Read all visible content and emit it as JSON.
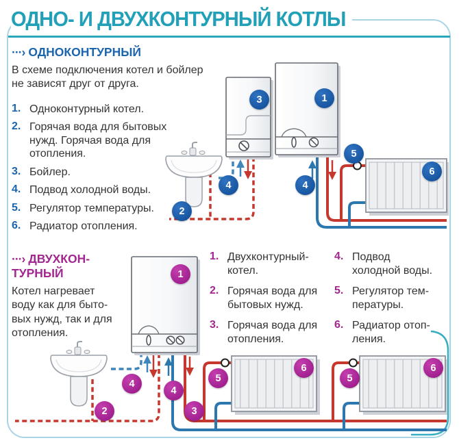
{
  "title": "ОДНО- И ДВУХКОНТУРНЫЙ КОТЛЫ",
  "icons": {
    "dashed_arrow": "···›"
  },
  "colors": {
    "title_teal": "#21A0B8",
    "accent_blue": "#1B65AF",
    "accent_magenta": "#A2278F",
    "badge_blue": "#17549F",
    "badge_magenta": "#A81F92",
    "hot_pipe_red": "#C5382E",
    "cold_pipe_blue": "#2B77AE",
    "border_light_blue": "#A8D4E5",
    "inner_border_teal": "#36ADC2"
  },
  "single_circuit": {
    "header": "ОДНОКОНТУРНЫЙ",
    "description": "В схеме подключения котел и бойлер не зависят друг от друга.",
    "items": [
      {
        "num": "1.",
        "text": "Одноконтурный котел."
      },
      {
        "num": "2.",
        "text": "Горячая вода для бытовых нужд. Горячая вода для отопления."
      },
      {
        "num": "3.",
        "text": "Бойлер."
      },
      {
        "num": "4.",
        "text": "Подвод холодной воды."
      },
      {
        "num": "5.",
        "text": "Регулятор температуры."
      },
      {
        "num": "6.",
        "text": "Радиатор отопления."
      }
    ],
    "badges": [
      "3",
      "1",
      "4",
      "2",
      "4",
      "5",
      "6"
    ]
  },
  "double_circuit": {
    "header": "ДВУХКОН-ТУРНЫЙ",
    "description": "Котел нагревает воду как для быто-вых нужд, так и для отопления.",
    "items_left": [
      {
        "num": "1.",
        "text": "Двухконтурный-котел."
      },
      {
        "num": "2.",
        "text": "Горячая вода для бытовых нужд."
      },
      {
        "num": "3.",
        "text": "Горячая вода для отопления."
      }
    ],
    "items_right": [
      {
        "num": "4.",
        "text": "Подвод холодной воды."
      },
      {
        "num": "5.",
        "text": "Регулятор тем-пературы."
      },
      {
        "num": "6.",
        "text": "Радиатор отоп-ления."
      }
    ],
    "badges": [
      "1",
      "4",
      "4",
      "2",
      "3",
      "5",
      "6",
      "5",
      "6"
    ]
  }
}
